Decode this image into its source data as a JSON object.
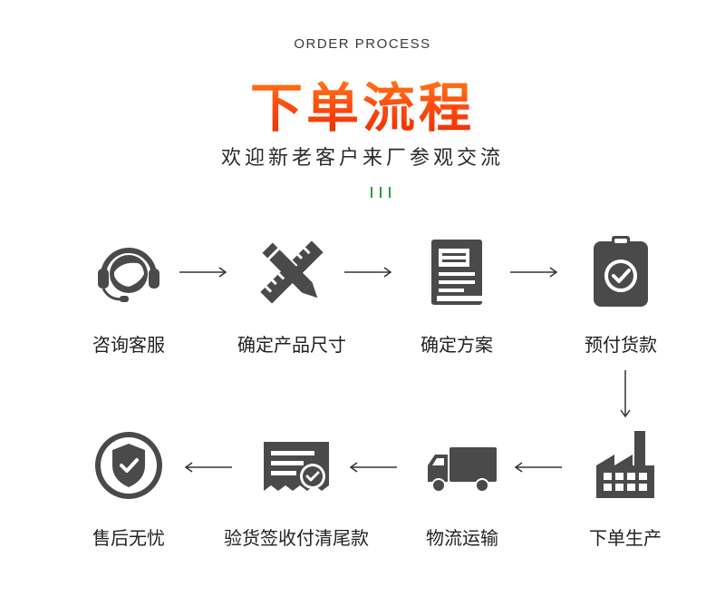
{
  "header": {
    "subtitle_en": "ORDER PROCESS",
    "title_cn": "下单流程",
    "tagline": "欢迎新老客户来厂参观交流"
  },
  "colors": {
    "title_gradient_top": "#ff8a1c",
    "title_gradient_bottom": "#e82a00",
    "icon": "#4a4a4a",
    "accent_green": "#2e9b3e"
  },
  "steps": [
    {
      "label": "咨询客服",
      "icon": "customer-service-headset-icon"
    },
    {
      "label": "确定产品尺寸",
      "icon": "ruler-pencil-icon"
    },
    {
      "label": "确定方案",
      "icon": "document-plan-icon"
    },
    {
      "label": "预付货款",
      "icon": "clipboard-check-icon"
    },
    {
      "label": "下单生产",
      "icon": "factory-icon"
    },
    {
      "label": "物流运输",
      "icon": "truck-icon"
    },
    {
      "label": "验货签收付清尾款",
      "icon": "receipt-check-icon"
    },
    {
      "label": "售后无忧",
      "icon": "shield-check-icon"
    }
  ]
}
